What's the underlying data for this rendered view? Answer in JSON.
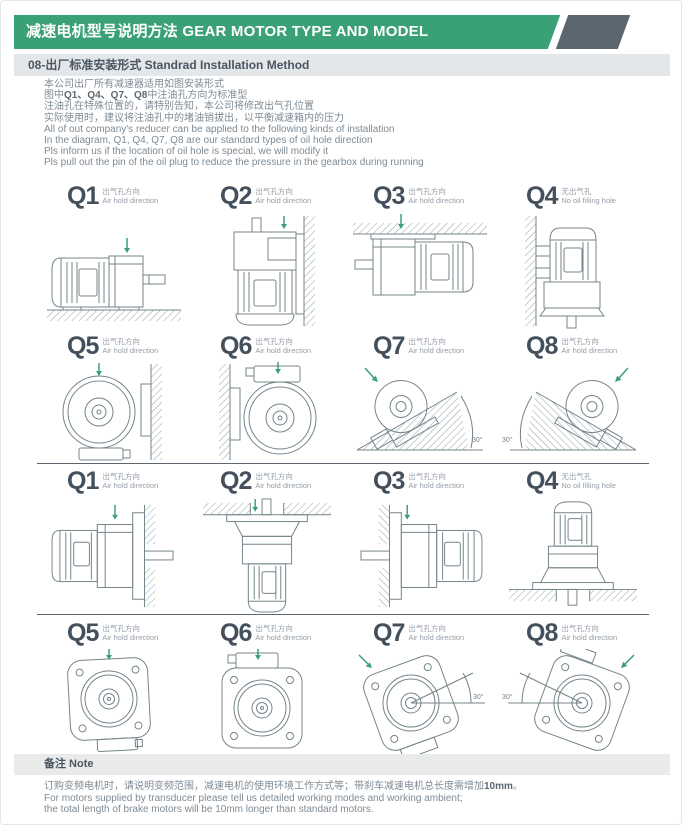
{
  "header": {
    "title": "减速电机型号说明方法 GEAR MOTOR TYPE AND MODEL"
  },
  "section": {
    "title": "08-出厂标准安装形式 Standrad Installation Method"
  },
  "intro": {
    "zh1": "本公司出厂所有减速器适用如图安装形式",
    "zh2_pre": "图中",
    "zh2_bold": "Q1、Q4、Q7、Q8",
    "zh2_post": "中注油孔方向为标准型",
    "zh3": "注油孔在特殊位置的，请特别告知，本公司将修改出气孔位置",
    "zh4": "实际使用时，建议将注油孔中的堵油销拔出，以平衡减速箱内的压力",
    "en1": "All of out company's reducer can be applied to the following kinds of installation",
    "en2": "In the diagram, Q1, Q4, Q7, Q8 are our standard types of oil hole direction",
    "en3": "Pls inform us if the location of oil hole is special, we will modify it",
    "en4": "Pls pull out the pin of the oil plug to reduce the pressure in the gearbox during running"
  },
  "rows": [
    {
      "items": [
        {
          "code": "Q1",
          "zh": "出气孔方向",
          "en": "Air hold direction"
        },
        {
          "code": "Q2",
          "zh": "出气孔方向",
          "en": "Air hold direction"
        },
        {
          "code": "Q3",
          "zh": "出气孔方向",
          "en": "Air hold direction"
        },
        {
          "code": "Q4",
          "zh": "无出气孔",
          "en": "No oil filling hole"
        }
      ]
    },
    {
      "items": [
        {
          "code": "Q5",
          "zh": "出气孔方向",
          "en": "Air hold direction"
        },
        {
          "code": "Q6",
          "zh": "出气孔方向",
          "en": "Air hold direction"
        },
        {
          "code": "Q7",
          "zh": "出气孔方向",
          "en": "Air hold direction",
          "angle": "30°"
        },
        {
          "code": "Q8",
          "zh": "出气孔方向",
          "en": "Air hold direction",
          "angle": "30°"
        }
      ]
    },
    {
      "items": [
        {
          "code": "Q1",
          "zh": "出气孔方向",
          "en": "Air hold direction"
        },
        {
          "code": "Q2",
          "zh": "出气孔方向",
          "en": "Air hold direction"
        },
        {
          "code": "Q3",
          "zh": "出气孔方向",
          "en": "Air hold direction"
        },
        {
          "code": "Q4",
          "zh": "无出气孔",
          "en": "No oil filling hole"
        }
      ]
    },
    {
      "items": [
        {
          "code": "Q5",
          "zh": "出气孔方向",
          "en": "Air hold direction"
        },
        {
          "code": "Q6",
          "zh": "出气孔方向",
          "en": "Air hold direction"
        },
        {
          "code": "Q7",
          "zh": "出气孔方向",
          "en": "Air hold direction",
          "angle": "30°"
        },
        {
          "code": "Q8",
          "zh": "出气孔方向",
          "en": "Air hold direction",
          "angle": "30°"
        }
      ]
    }
  ],
  "note": {
    "title": "备注 Note",
    "zh_pre": "订购变频电机时，请说明变频范围，减速电机的使用环境工作方式等；带刹车减速电机总长度需增加",
    "zh_bold": "10mm",
    "zh_post": "。",
    "en1": "For motors supplied by transducer please tell us detailed working modes and working ambient;",
    "en2": "the total length of brake motors will be 10mm longer than standard motors."
  },
  "colors": {
    "accent_green": "#3aa076",
    "accent_gray": "#5c666f",
    "line": "#74848a"
  }
}
